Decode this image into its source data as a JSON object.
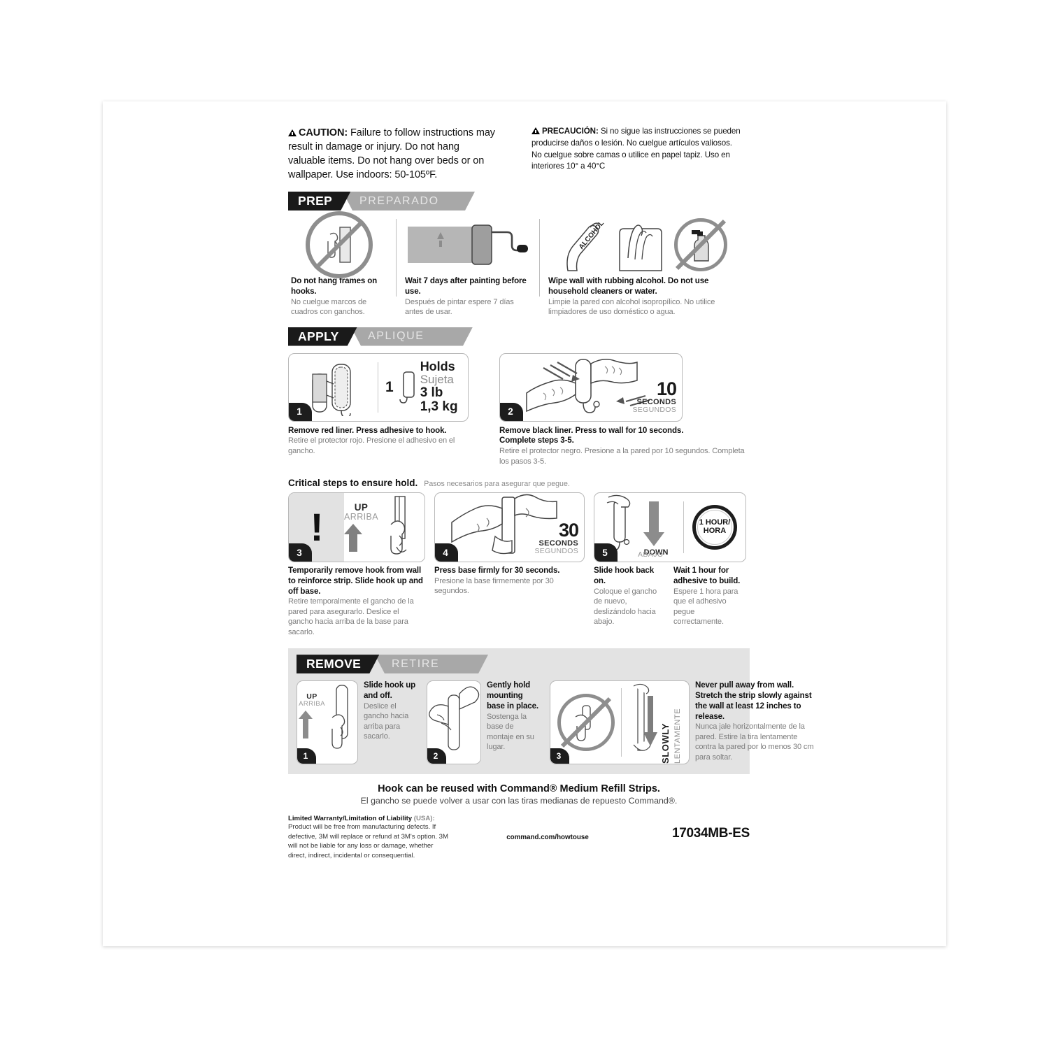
{
  "caution": {
    "en_label": "CAUTION:",
    "en_text": " Failure to follow instructions may result in damage or injury. Do not hang valuable items. Do not hang over beds or on wallpaper. Use indoors: 50-105ºF.",
    "es_label": "PRECAUCIÓN:",
    "es_text": " Si no sigue las instrucciones se pueden producirse daños o lesión. No cuelgue artículos valiosos. No cuelgue sobre camas o utilice en papel tapiz. Uso en interiores 10° a 40°C"
  },
  "sections": {
    "prep": {
      "en": "PREP",
      "es": "PREPARADO"
    },
    "apply": {
      "en": "APPLY",
      "es": "APLIQUE"
    },
    "remove": {
      "en": "REMOVE",
      "es": "RETIRE"
    }
  },
  "prep_items": [
    {
      "en": "Do not hang frames on hooks.",
      "es": "No cuelgue marcos de cuadros con ganchos."
    },
    {
      "en": "Wait 7 days after painting before use.",
      "es": "Después de pintar espere 7 días antes de usar."
    },
    {
      "en": "Wipe wall with rubbing alcohol. Do not use household cleaners or water.",
      "es": "Limpie la pared con alcohol isopropílico. No utilice limpiadores de uso doméstico o agua."
    }
  ],
  "alcohol_label": "ALCOHOL",
  "apply": {
    "step1": {
      "number": "1",
      "en": "Remove red liner. Press adhesive to hook.",
      "es": "Retire el protector rojo. Presione el adhesivo en el gancho.",
      "holds_count": "1",
      "holds_en": "Holds",
      "holds_es": "Sujeta",
      "weight_lb": "3 lb",
      "weight_kg": "1,3 kg"
    },
    "step2": {
      "number": "2",
      "en_line1": "Remove black liner. Press to wall for 10 seconds.",
      "en_line2": "Complete steps 3-5.",
      "es": "Retire el protector negro. Presione a la pared por 10 segundos. Completa los pasos 3-5.",
      "timer_value": "10",
      "timer_en": "SECONDS",
      "timer_es": "SEGUNDOS"
    }
  },
  "critical": {
    "en": "Critical steps to ensure hold.",
    "es": "Pasos necesarios para asegurar que pegue."
  },
  "steps345": {
    "step3": {
      "number": "3",
      "bang": "!",
      "dir_en": "UP",
      "dir_es": "ARRIBA",
      "en": "Temporarily remove hook from wall to reinforce strip. Slide hook up and off base.",
      "es": "Retire temporalmente el gancho de la pared para asegurarlo. Deslice el gancho hacia arriba de la base para sacarlo."
    },
    "step4": {
      "number": "4",
      "timer_value": "30",
      "timer_en": "SECONDS",
      "timer_es": "SEGUNDOS",
      "en": "Press base firmly for 30 seconds.",
      "es": "Presione la base firmemente por 30 segundos."
    },
    "step5": {
      "number": "5",
      "dir_en": "DOWN",
      "dir_es": "ABAJO",
      "clock_line1": "1 HOUR/",
      "clock_line2": "HORA",
      "en": "Slide hook back on.",
      "es": "Coloque el gancho de nuevo, deslizándolo hacia abajo.",
      "wait_en": "Wait 1 hour for adhesive to build.",
      "wait_es": "Espere 1 hora para que el adhesivo pegue correctamente."
    }
  },
  "remove_steps": {
    "step1": {
      "number": "1",
      "dir_en": "UP",
      "dir_es": "ARRIBA",
      "en": "Slide hook up and off.",
      "es": "Deslice el gancho hacia arriba para sacarlo."
    },
    "step2": {
      "number": "2",
      "en": "Gently hold mounting base in place.",
      "es": "Sostenga la base de montaje en su lugar."
    },
    "step3": {
      "number": "3",
      "dir_en": "SLOWLY",
      "dir_es": "LENTAMENTE",
      "en": "Never pull away from wall. Stretch the strip slowly against the wall at least 12 inches to release.",
      "es": "Nunca jale horizontalmente de la pared. Estire la tira lentamente contra la pared por lo menos 30 cm para soltar."
    }
  },
  "footer": {
    "reuse_en": "Hook can be reused with Command® Medium Refill Strips.",
    "reuse_es": "El gancho se puede volver a usar con las tiras medianas de repuesto Command®.",
    "warranty_title": "Limited Warranty/Limitation of Liability",
    "warranty_title_suffix": " (USA):",
    "warranty_text": "Product will be free from manufacturing defects. If defective, 3M will replace or refund at 3M's option. 3M will not be liable for any loss or damage, whether direct, indirect, incidental or consequential.",
    "url": "command.com/howtouse",
    "code": "17034MB-ES"
  }
}
